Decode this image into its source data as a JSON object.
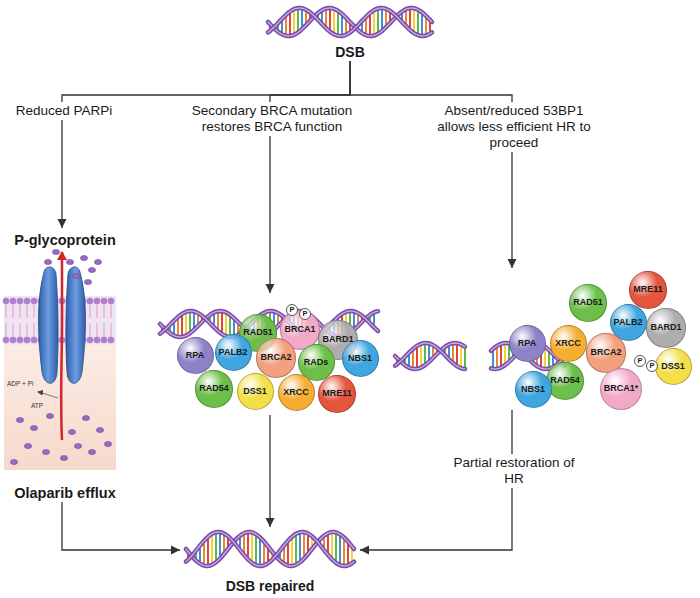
{
  "diagram": {
    "nodes": [
      {
        "text": [
          "DSB"
        ]
      },
      {
        "text": [
          "P-glycoprotein",
          "Olaparib efflux"
        ]
      },
      {
        "text": []
      },
      {
        "text": [
          "RAD51"
        ],
        "in": 2
      },
      {
        "text": [
          "BRCA1"
        ],
        "in": 2
      },
      {
        "text": [
          "BARD1"
        ],
        "in": 2
      },
      {
        "text": [
          "RPA"
        ],
        "in": 2
      },
      {
        "text": [
          "PALB2"
        ],
        "in": 2
      },
      {
        "text": [
          "BRCA2"
        ],
        "in": 2
      },
      {
        "text": [
          "RADs"
        ],
        "in": 2
      },
      {
        "text": [
          "NBS1"
        ],
        "in": 2
      },
      {
        "text": [
          "RAD54"
        ],
        "in": 2
      },
      {
        "text": [
          "DSS1"
        ],
        "in": 2
      },
      {
        "text": [
          "XRCC"
        ],
        "in": 2
      },
      {
        "text": [
          "MRE11"
        ],
        "in": 2
      },
      {
        "text": [
          "P"
        ],
        "in": 2
      },
      {
        "text": [
          "P"
        ],
        "in": 2
      },
      {
        "text": []
      },
      {
        "text": [
          "MRE11"
        ],
        "in": 17
      },
      {
        "text": [
          "RAD51"
        ],
        "in": 17
      },
      {
        "text": [
          "PALB2"
        ],
        "in": 17
      },
      {
        "text": [
          "BARD1"
        ],
        "in": 17
      },
      {
        "text": [
          "RPA"
        ],
        "in": 17
      },
      {
        "text": [
          "XRCC"
        ],
        "in": 17
      },
      {
        "text": [
          "BRCA2"
        ],
        "in": 17
      },
      {
        "text": [
          "RAD54"
        ],
        "in": 17
      },
      {
        "text": [
          "DSS1"
        ],
        "in": 17
      },
      {
        "text": [
          "NBS1"
        ],
        "in": 17
      },
      {
        "text": [
          "BRCA1*"
        ],
        "in": 17
      },
      {
        "text": [
          "P"
        ],
        "in": 17
      },
      {
        "text": [
          "P"
        ],
        "in": 17
      },
      {
        "text": [
          "DSB repaired"
        ]
      }
    ],
    "edges": [
      {
        "from": 0,
        "to": 1,
        "label": "Reduced PARPi",
        "arrow": "to"
      },
      {
        "from": 0,
        "to": 2,
        "label": "Secondary BRCA mutation restores BRCA function",
        "arrow": "to"
      },
      {
        "from": 0,
        "to": 17,
        "label": "Absent/reduced 53BP1 allows less efficient HR to proceed",
        "arrow": "to"
      },
      {
        "from": 1,
        "to": 31,
        "arrow": "to"
      },
      {
        "from": 2,
        "to": 31,
        "arrow": "to"
      },
      {
        "from": 17,
        "to": 31,
        "label": "Partial restoration of HR",
        "arrow": "to"
      }
    ],
    "labels": [
      "ADP + Pi",
      "ATP"
    ]
  }
}
